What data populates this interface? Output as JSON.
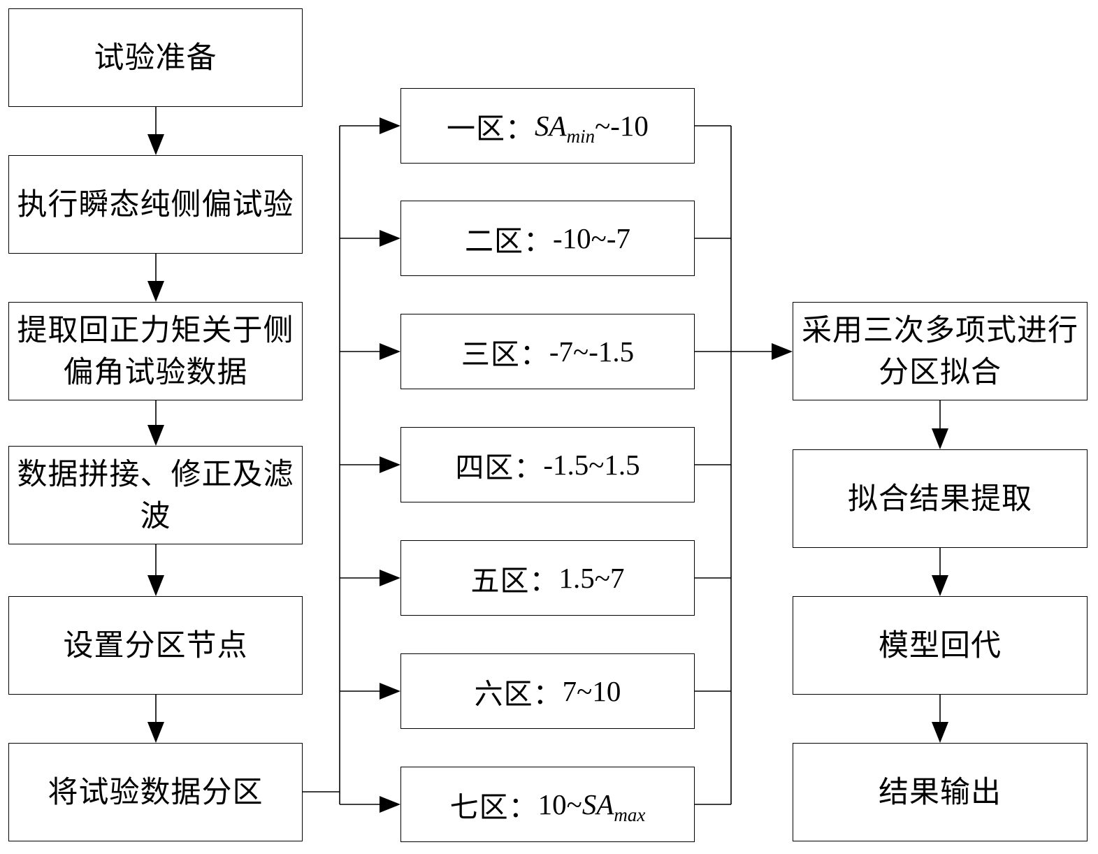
{
  "left_steps": [
    {
      "id": "step-prepare",
      "label": "试验准备"
    },
    {
      "id": "step-execute",
      "label": "执行瞬态纯侧偏试验"
    },
    {
      "id": "step-extract",
      "label": "提取回正力矩关于侧偏角试验数据"
    },
    {
      "id": "step-splice",
      "label": "数据拼接、修正及滤波"
    },
    {
      "id": "step-nodes",
      "label": "设置分区节点"
    },
    {
      "id": "step-partition",
      "label": "将试验数据分区"
    }
  ],
  "zones": [
    {
      "id": "zone-1",
      "name": "一区：",
      "range": "SAmin~-10",
      "prefix": "",
      "sa_sub": "min",
      "suffix": "~-10"
    },
    {
      "id": "zone-2",
      "name": "二区：",
      "range": "-10~-7"
    },
    {
      "id": "zone-3",
      "name": "三区：",
      "range": "-7~-1.5"
    },
    {
      "id": "zone-4",
      "name": "四区：",
      "range": "-1.5~1.5"
    },
    {
      "id": "zone-5",
      "name": "五区：",
      "range": "1.5~7"
    },
    {
      "id": "zone-6",
      "name": "六区：",
      "range": "7~10"
    },
    {
      "id": "zone-7",
      "name": "七区：",
      "range": "10~SAmax",
      "prefix": "10~",
      "sa_sub": "max",
      "suffix": ""
    }
  ],
  "right_steps": [
    {
      "id": "step-fit",
      "label": "采用三次多项式进行分区拟合"
    },
    {
      "id": "step-fit-result",
      "label": "拟合结果提取"
    },
    {
      "id": "step-backsub",
      "label": "模型回代"
    },
    {
      "id": "step-output",
      "label": "结果输出"
    }
  ],
  "sa_symbol": "SA"
}
